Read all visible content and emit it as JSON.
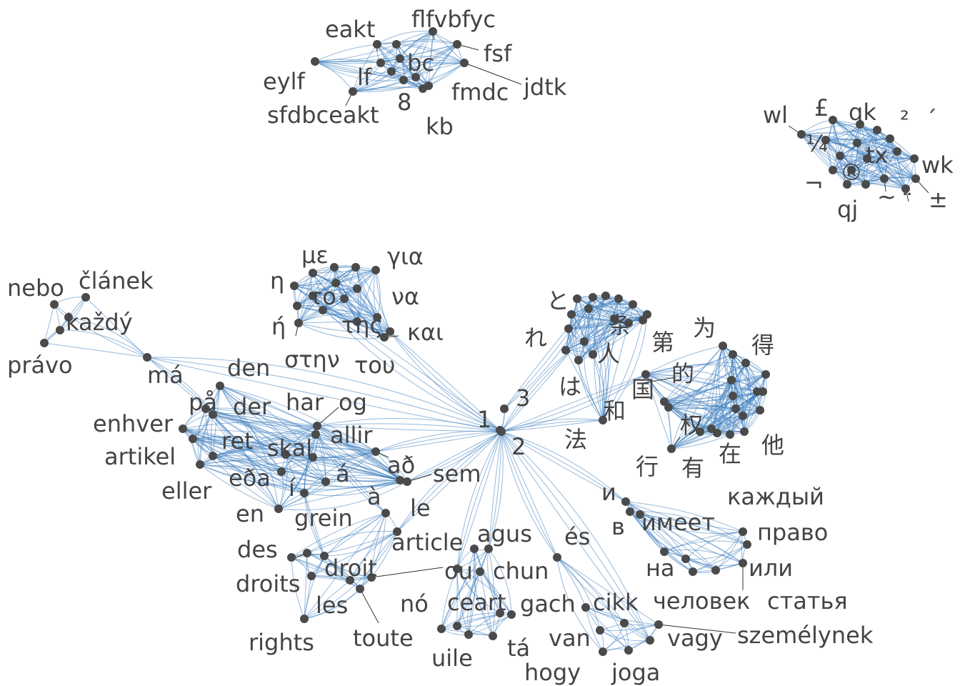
{
  "colors": {
    "edge": "#3f7fbf",
    "node": "#4a4a4a",
    "label": "#444444",
    "background": "#ffffff"
  },
  "clusters": [
    {
      "id": "misc1",
      "words": [
        "eakt",
        "flfvbfyc",
        "fsf",
        "bc",
        "eylf",
        "lf",
        "jdtk",
        "fmdc",
        "8",
        "sfdbceakt",
        "kb"
      ]
    },
    {
      "id": "symbols",
      "words": [
        "wl",
        "£",
        "qk",
        "²",
        "´",
        "¼",
        "tx",
        "wk",
        "®",
        "¬",
        "~",
        "¨",
        "±",
        "qj"
      ]
    },
    {
      "id": "czech",
      "words": [
        "nebo",
        "článek",
        "každý",
        "právo",
        "má"
      ]
    },
    {
      "id": "greek",
      "words": [
        "με",
        "για",
        "η",
        "το",
        "να",
        "ή",
        "της",
        "και",
        "στην",
        "του"
      ]
    },
    {
      "id": "japanese",
      "words": [
        "と",
        "条",
        "れ",
        "人",
        "第",
        "は",
        "和",
        "法"
      ]
    },
    {
      "id": "chinese",
      "words": [
        "为",
        "得",
        "的",
        "国",
        "权",
        "行",
        "有",
        "在",
        "他"
      ]
    },
    {
      "id": "hub",
      "words": [
        "3",
        "1",
        "2"
      ]
    },
    {
      "id": "nordic",
      "words": [
        "den",
        "på",
        "der",
        "har",
        "og",
        "enhver",
        "ret",
        "allir",
        "artikel",
        "skal",
        "að",
        "eller",
        "eða",
        "í",
        "á",
        "sem",
        "en",
        "grein"
      ]
    },
    {
      "id": "french",
      "words": [
        "à",
        "le",
        "article",
        "des",
        "droit",
        "droits",
        "ou",
        "les",
        "toute",
        "rights"
      ]
    },
    {
      "id": "irish",
      "words": [
        "agus",
        "chun",
        "nó",
        "ceart",
        "gach",
        "uile",
        "tá"
      ]
    },
    {
      "id": "hungarian",
      "words": [
        "és",
        "cikk",
        "van",
        "vagy",
        "személynek",
        "hogy",
        "joga"
      ]
    },
    {
      "id": "russian",
      "words": [
        "и",
        "каждый",
        "в",
        "имеет",
        "право",
        "на",
        "или",
        "человек",
        "статья"
      ]
    }
  ]
}
